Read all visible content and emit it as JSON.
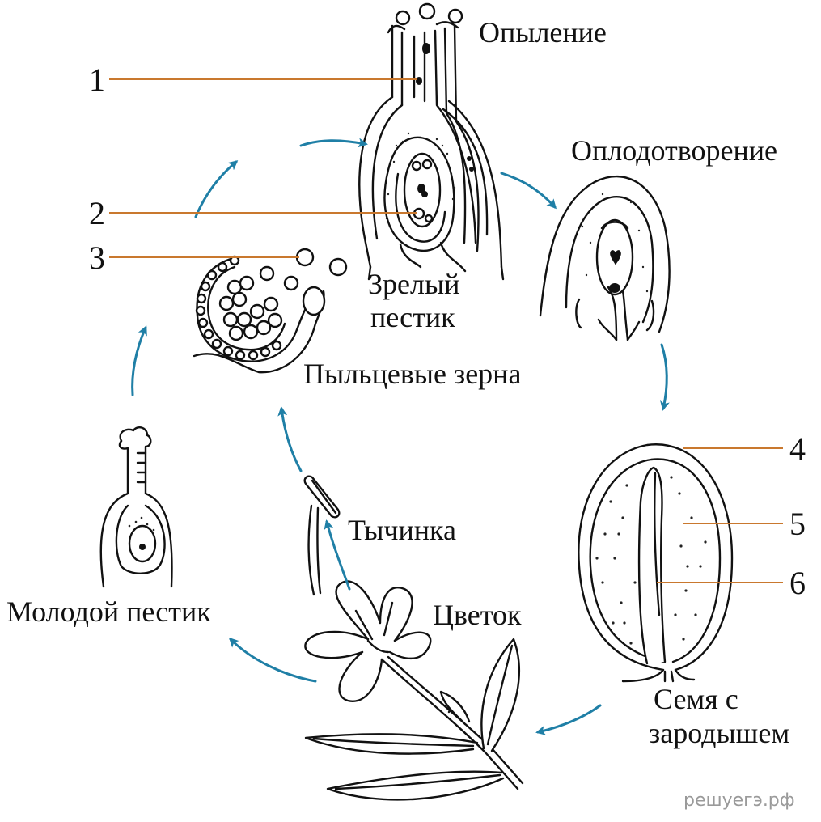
{
  "colors": {
    "arrow": "#1f7fa6",
    "leader": "#c9782e",
    "ink": "#111111"
  },
  "labels": {
    "pollination": "Опыление",
    "fertilization": "Оплодотворение",
    "mature_pistil_line1": "Зрелый",
    "mature_pistil_line2": "пестик",
    "pollen_grains": "Пыльцевые зерна",
    "stamen": "Тычинка",
    "flower": "Цветок",
    "young_pistil": "Молодой пестик",
    "seed_line1": "Семя с",
    "seed_line2": "зародышем"
  },
  "markers": [
    "1",
    "2",
    "3",
    "4",
    "5",
    "6"
  ],
  "watermark": "решуегэ.рф"
}
